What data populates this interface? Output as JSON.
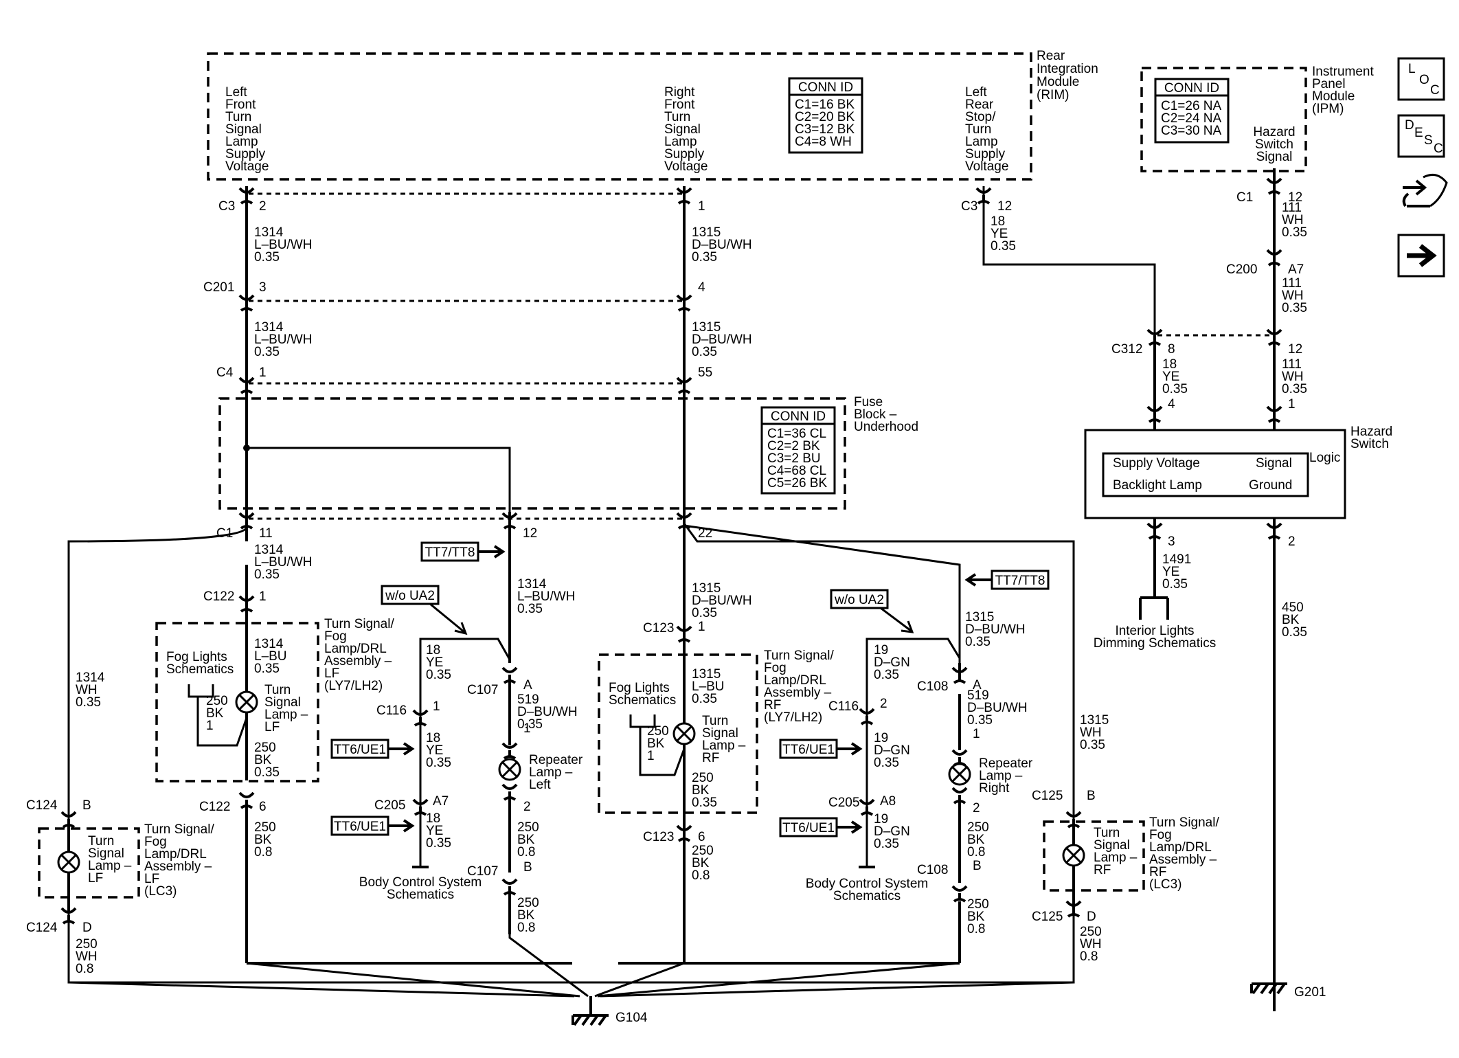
{
  "rim": {
    "title": [
      "Rear",
      "Integration",
      "Module",
      "(RIM)"
    ],
    "lf_signal": [
      "Left",
      "Front",
      "Turn",
      "Signal",
      "Lamp",
      "Supply",
      "Voltage"
    ],
    "rf_signal": [
      "Right",
      "Front",
      "Turn",
      "Signal",
      "Lamp",
      "Supply",
      "Voltage"
    ],
    "lr_signal": [
      "Left",
      "Rear",
      "Stop/",
      "Turn",
      "Lamp",
      "Supply",
      "Voltage"
    ],
    "conn_title": "CONN ID",
    "conn": [
      "C1=16 BK",
      "C2=20 BK",
      "C3=12 BK",
      "C4=8 WH"
    ]
  },
  "ipm": {
    "title": [
      "Instrument",
      "Panel",
      "Module",
      "(IPM)"
    ],
    "conn_title": "CONN ID",
    "conn": [
      "C1=26 NA",
      "C2=24 NA",
      "C3=30 NA"
    ],
    "signal": [
      "Hazard",
      "Switch",
      "Signal"
    ]
  },
  "fuse_block": {
    "title": [
      "Fuse",
      "Block –",
      "Underhood"
    ],
    "conn_title": "CONN ID",
    "conn": [
      "C1=36 CL",
      "C2=2 BK",
      "C3=2 BU",
      "C4=68 CL",
      "C5=26 BK"
    ]
  },
  "hazard": {
    "title": [
      "Hazard",
      "Switch"
    ],
    "logic": "Logic",
    "supply": "Supply Voltage",
    "signal": "Signal",
    "backlight": "Backlight Lamp",
    "ground": "Ground"
  },
  "nav_icons": {
    "loc": [
      "L",
      "O",
      "C"
    ],
    "desc": [
      "D",
      "E",
      "S",
      "C"
    ]
  },
  "connectors": {
    "c3": "C3",
    "c201": "C201",
    "c4": "C4",
    "c1": "C1",
    "c122": "C122",
    "c123": "C123",
    "c107": "C107",
    "c108": "C108",
    "c116": "C116",
    "c205": "C205",
    "c124": "C124",
    "c125": "C125",
    "c312": "C312",
    "c200": "C200"
  },
  "pins": {
    "rim_c3_lf": "2",
    "rim_c3_rf": "1",
    "rim_c3_lr": "12",
    "c201_lf": "3",
    "c201_rf": "4",
    "c4_lf": "1",
    "c4_rf": "55",
    "c1_lf": "11",
    "c1_mid": "12",
    "c1_rf": "22",
    "c122_top": "1",
    "c122_bot": "6",
    "c123_top": "1",
    "c123_bot": "6",
    "c107_a": "A",
    "c107_b": "B",
    "c108_a": "A",
    "c108_b": "B",
    "rep_l_top": "1",
    "rep_l_bot": "2",
    "rep_r_top": "1",
    "rep_r_bot": "2",
    "c116_l": "1",
    "c116_r": "2",
    "c205_l": "A7",
    "c205_r": "A8",
    "c124_b": "B",
    "c124_d": "D",
    "c125_b": "B",
    "c125_d": "D",
    "c312_l": "8",
    "c312_r": "12",
    "hz_4": "4",
    "hz_1": "1",
    "hz_3": "3",
    "hz_2": "2",
    "ipm_c1": "12",
    "c200": "A7"
  },
  "wires": {
    "w1314_lbwh": [
      "1314",
      "L–BU/WH",
      "0.35"
    ],
    "w1315_dbwh": [
      "1315",
      "D–BU/WH",
      "0.35"
    ],
    "w1314_lbu": [
      "1314",
      "L–BU",
      "0.35"
    ],
    "w1315_lbu": [
      "1315",
      "L–BU",
      "0.35"
    ],
    "w250_bk035": [
      "250",
      "BK",
      "0.35"
    ],
    "w250_bk08": [
      "250",
      "BK",
      "0.8"
    ],
    "w519_dbwh": [
      "519",
      "D–BU/WH",
      "0.35"
    ],
    "w18_ye": [
      "18",
      "YE",
      "0.35"
    ],
    "w19_dgn": [
      "19",
      "D–GN",
      "0.35"
    ],
    "w1314_wh": [
      "1314",
      "WH",
      "0.35"
    ],
    "w1315_wh": [
      "1315",
      "WH",
      "0.35"
    ],
    "w250_wh": [
      "250",
      "WH",
      "0.8"
    ],
    "w111_wh": [
      "111",
      "WH",
      "0.35"
    ],
    "w1491_ye": [
      "1491",
      "YE",
      "0.35"
    ],
    "w450_bk": [
      "450",
      "BK",
      "0.35"
    ],
    "fog_bk": [
      "250",
      "BK",
      "1"
    ]
  },
  "components": {
    "lf_assy": [
      "Turn Signal/",
      "Fog",
      "Lamp/DRL",
      "Assembly –",
      "LF",
      "(LY7/LH2)"
    ],
    "rf_assy": [
      "Turn Signal/",
      "Fog",
      "Lamp/DRL",
      "Assembly –",
      "RF",
      "(LY7/LH2)"
    ],
    "lf_lamp": [
      "Turn",
      "Signal",
      "Lamp –",
      "LF"
    ],
    "rf_lamp": [
      "Turn",
      "Signal",
      "Lamp –",
      "RF"
    ],
    "lf_lc3": [
      "Turn Signal/",
      "Fog",
      "Lamp/DRL",
      "Assembly –",
      "LF",
      "(LC3)"
    ],
    "rf_lc3": [
      "Turn Signal/",
      "Fog",
      "Lamp/DRL",
      "Assembly –",
      "RF",
      "(LC3)"
    ],
    "fog": [
      "Fog Lights",
      "Schematics"
    ],
    "rep_left": [
      "Repeater",
      "Lamp –",
      "Left"
    ],
    "rep_right": [
      "Repeater",
      "Lamp –",
      "Right"
    ],
    "body_control": [
      "Body Control System",
      "Schematics"
    ],
    "interior": [
      "Interior Lights",
      "Dimming Schematics"
    ]
  },
  "options": {
    "tt7": "TT7/TT8",
    "tt6": "TT6/UE1",
    "ua2": "w/o UA2"
  },
  "grounds": {
    "g104": "G104",
    "g201": "G201"
  }
}
